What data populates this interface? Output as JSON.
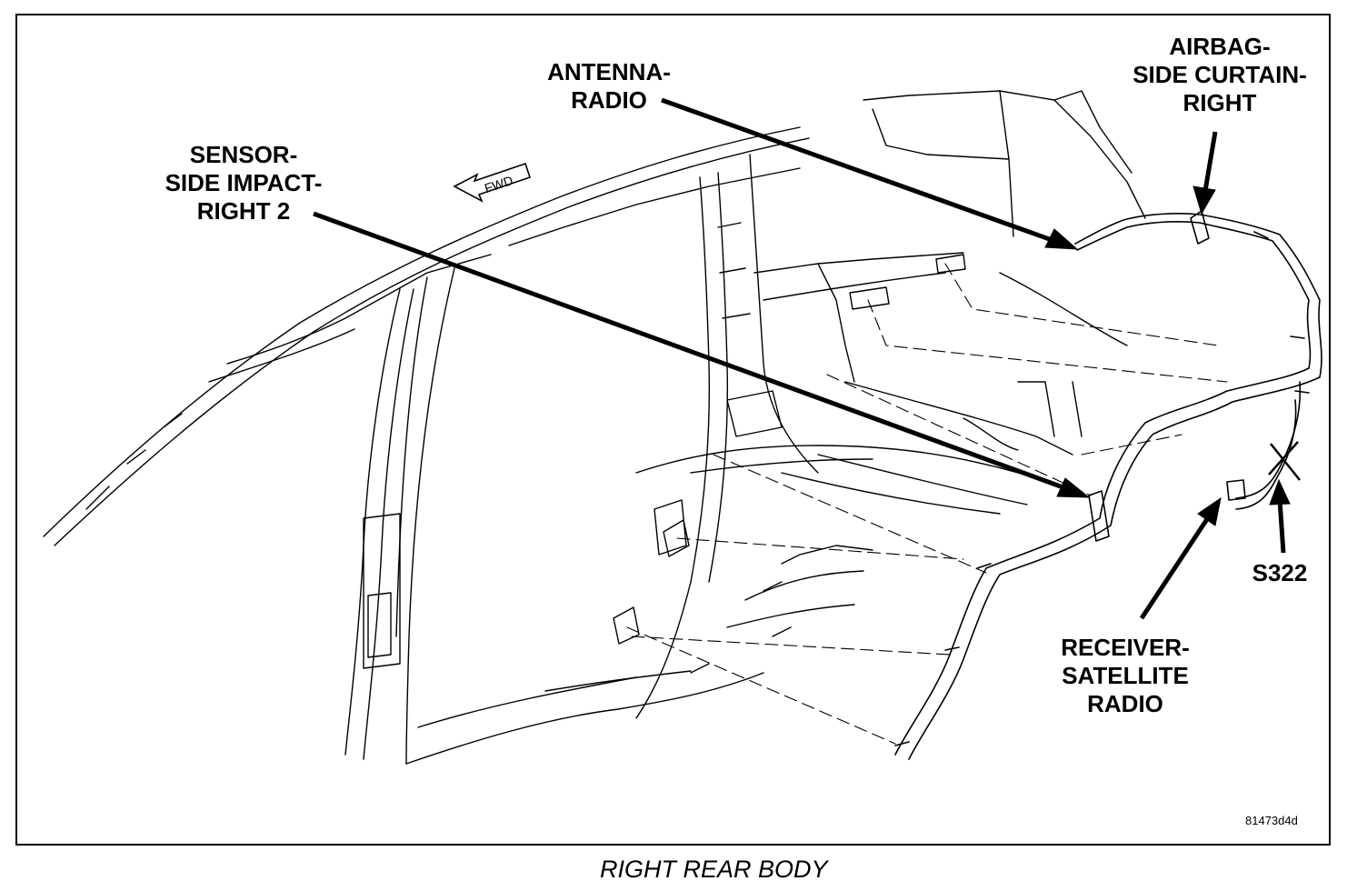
{
  "callouts": {
    "antenna": "ANTENNA-\nRADIO",
    "airbag": "AIRBAG-\nSIDE CURTAIN-\nRIGHT",
    "sensor": "SENSOR-\nSIDE IMPACT-\nRIGHT 2",
    "receiver": "RECEIVER-\nSATELLITE\nRADIO",
    "splice": "S322"
  },
  "fwd_label": "FWD",
  "figure_code": "81473d4d",
  "caption": "RIGHT REAR BODY",
  "colors": {
    "ink": "#000000",
    "paper": "#ffffff"
  }
}
